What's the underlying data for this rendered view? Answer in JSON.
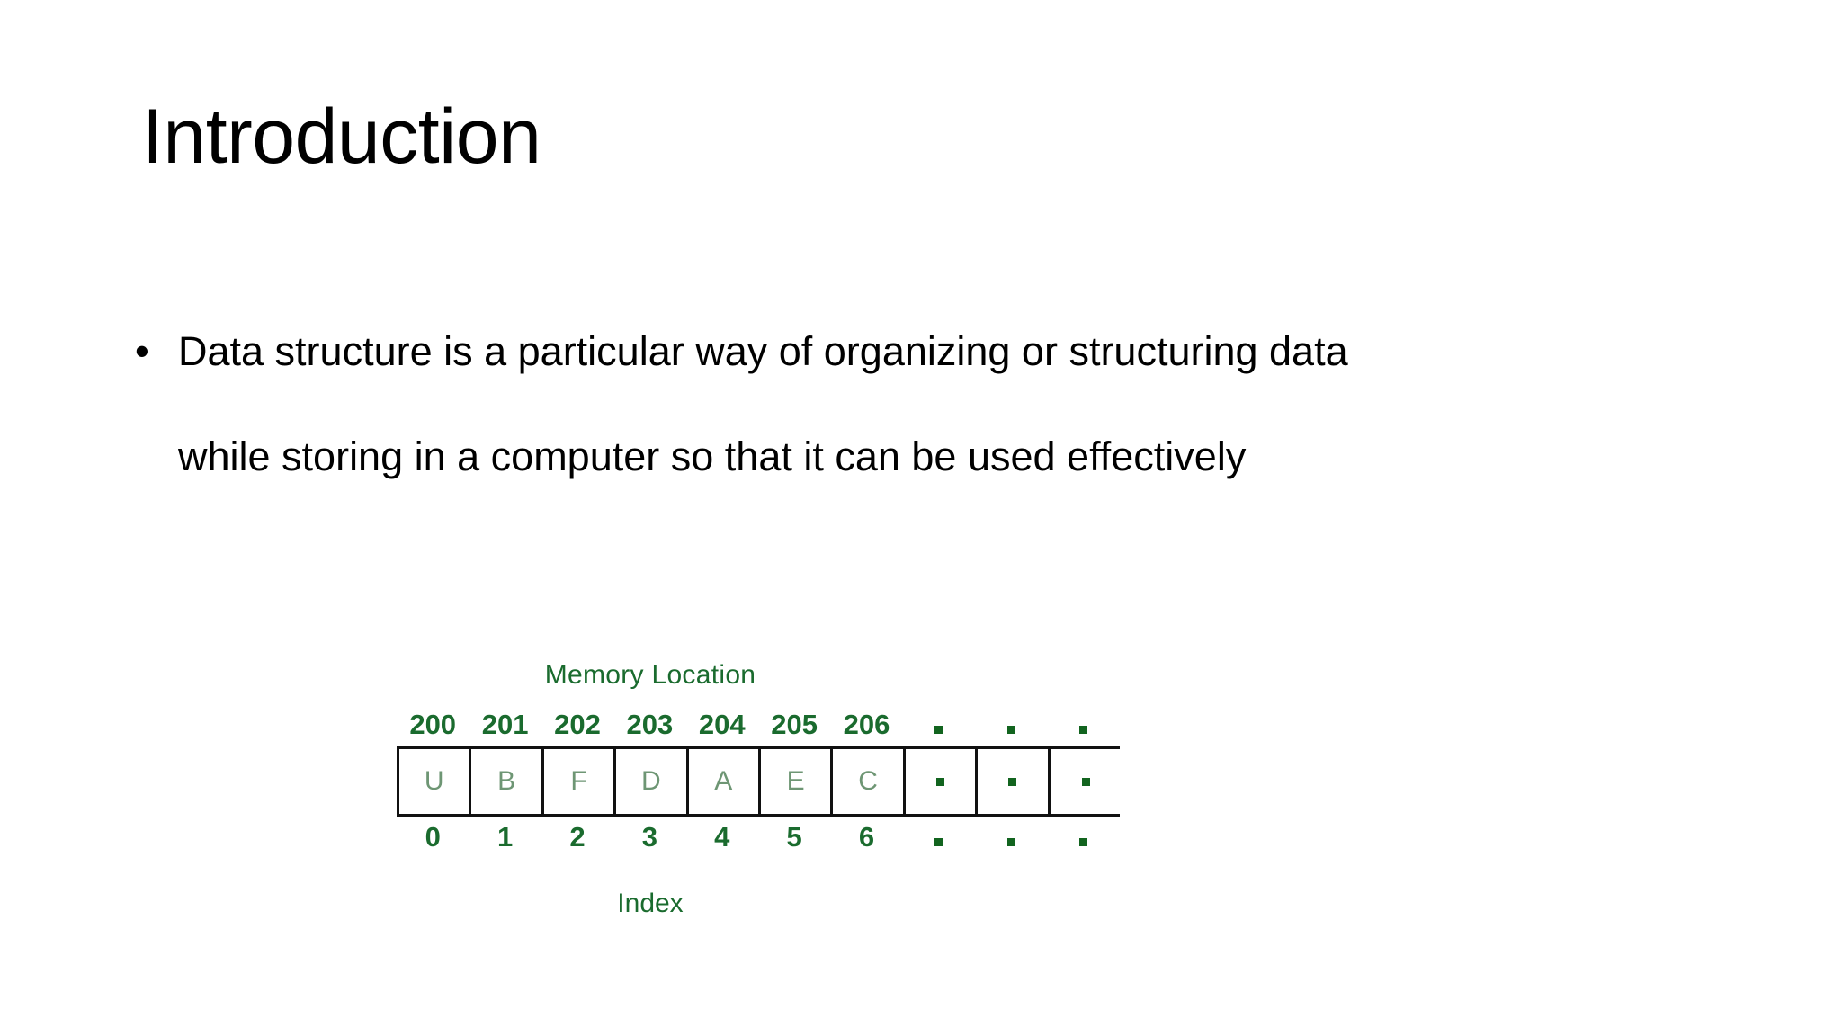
{
  "slide": {
    "title": "Introduction",
    "background_color": "#ffffff",
    "text_color": "#000000",
    "accent_color": "#1a6b2e",
    "cell_text_color": "#6e9674"
  },
  "body": {
    "bullet_marker": "•",
    "lines": [
      "Data structure is a particular way of organizing or structuring data",
      "while storing in a computer so that it can be used effectively"
    ]
  },
  "diagram": {
    "title": "Memory Location",
    "footer_label": "Index",
    "addresses": [
      "200",
      "201",
      "202",
      "203",
      "204",
      "205",
      "206",
      "▪",
      "▪",
      "▪"
    ],
    "cells": [
      "U",
      "B",
      "F",
      "D",
      "A",
      "E",
      "C",
      "▪",
      "▪",
      "▪"
    ],
    "indices": [
      "0",
      "1",
      "2",
      "3",
      "4",
      "5",
      "6",
      "▪",
      "▪",
      "▪"
    ],
    "ellipsis_count": 3,
    "cell_count": 10
  }
}
